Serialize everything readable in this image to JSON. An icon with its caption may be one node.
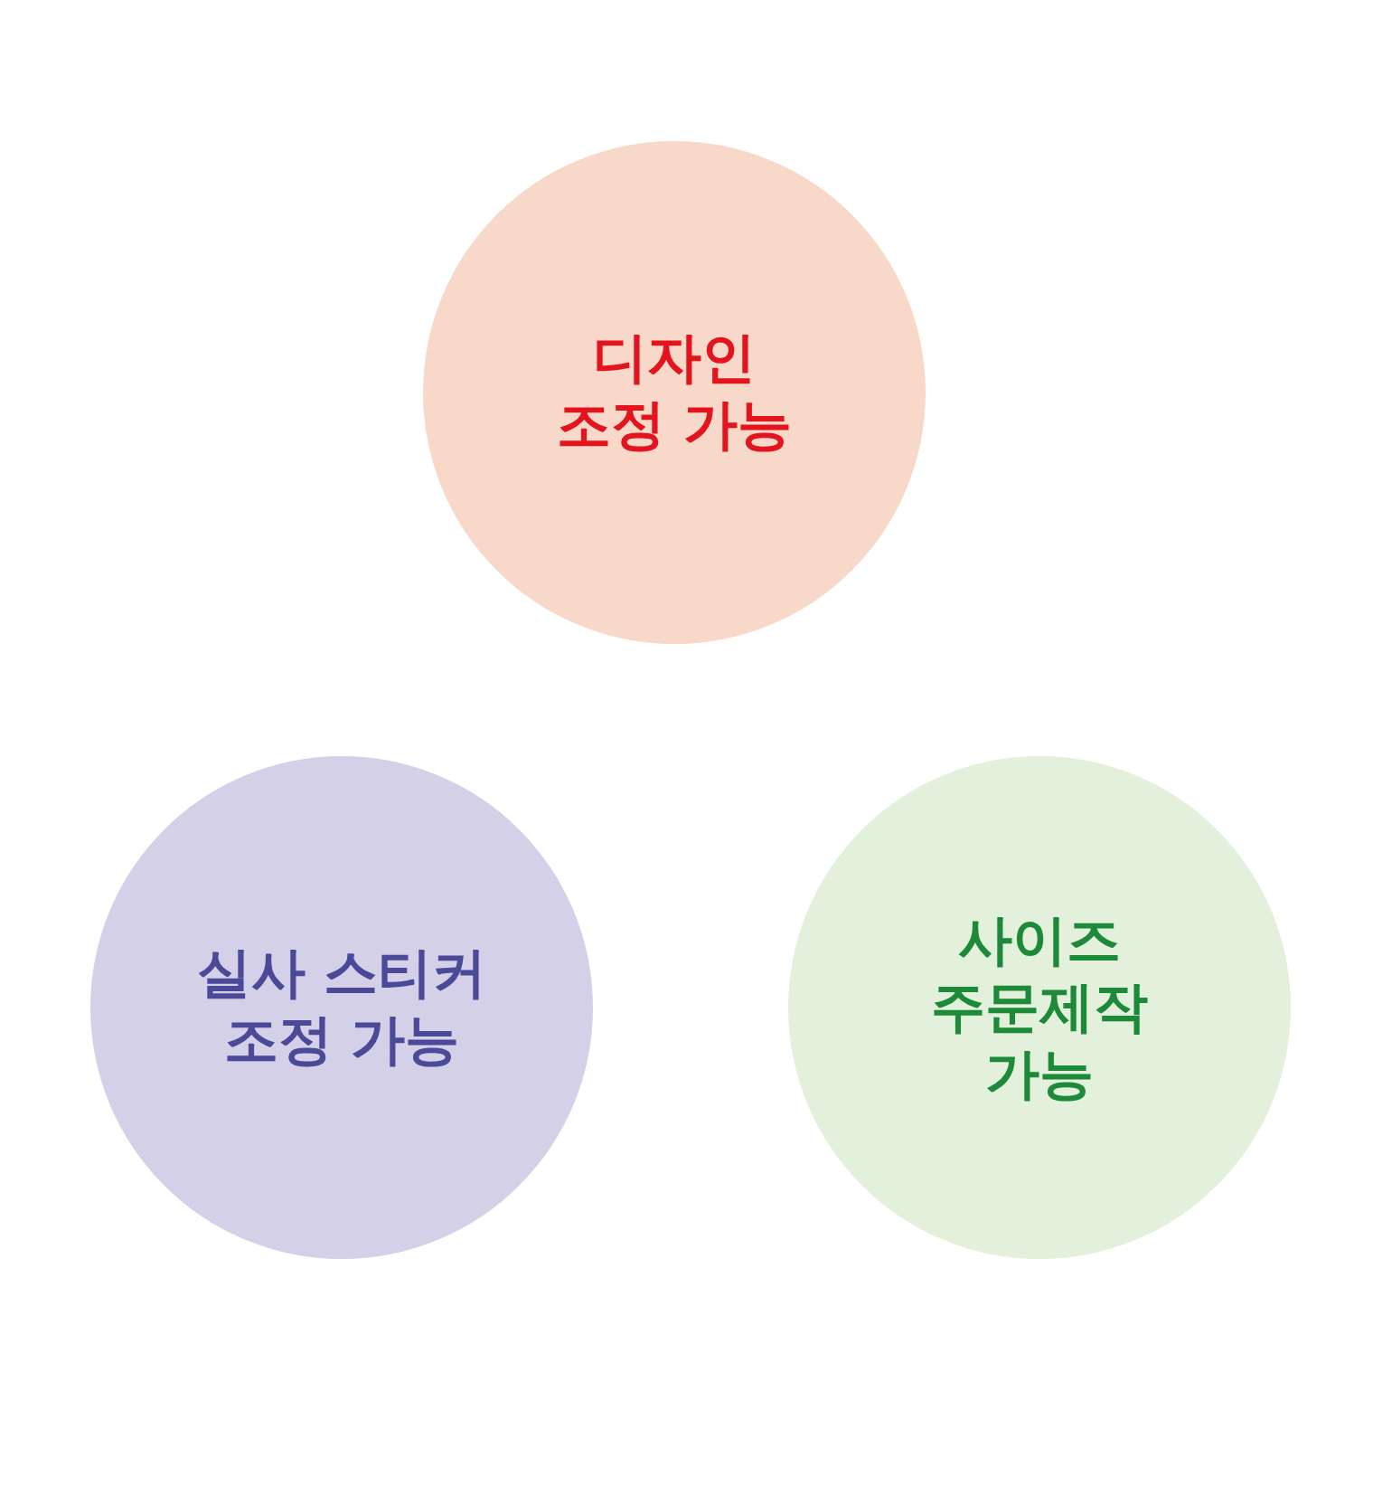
{
  "diagram": {
    "nodes": [
      {
        "text": [
          "디자인 조정 가능"
        ]
      },
      {
        "text": [
          "실사 스티커 조정 가능"
        ]
      },
      {
        "text": [
          "사이즈 주문제작 가능"
        ]
      }
    ]
  }
}
